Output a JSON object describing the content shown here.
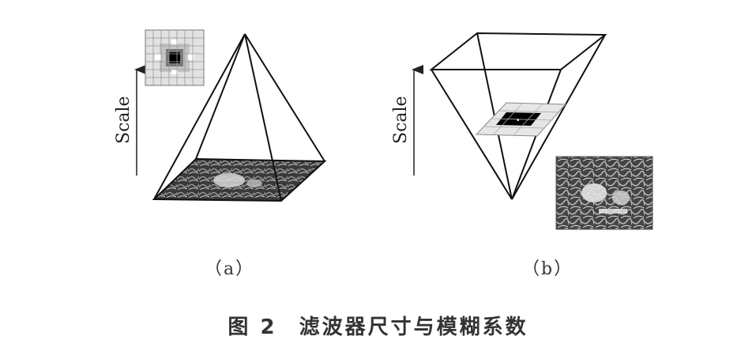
{
  "figure": {
    "scale_label": "Scale",
    "panel_a_label": "（a）",
    "panel_b_label": "（b）"
  },
  "caption": {
    "number": "图 2",
    "text": "滤波器尺寸与模糊系数"
  },
  "colors": {
    "line": "#111111",
    "image_dark": "#2b2b2b",
    "filter_dark": "#000000",
    "filter_light": "#dddddd"
  }
}
